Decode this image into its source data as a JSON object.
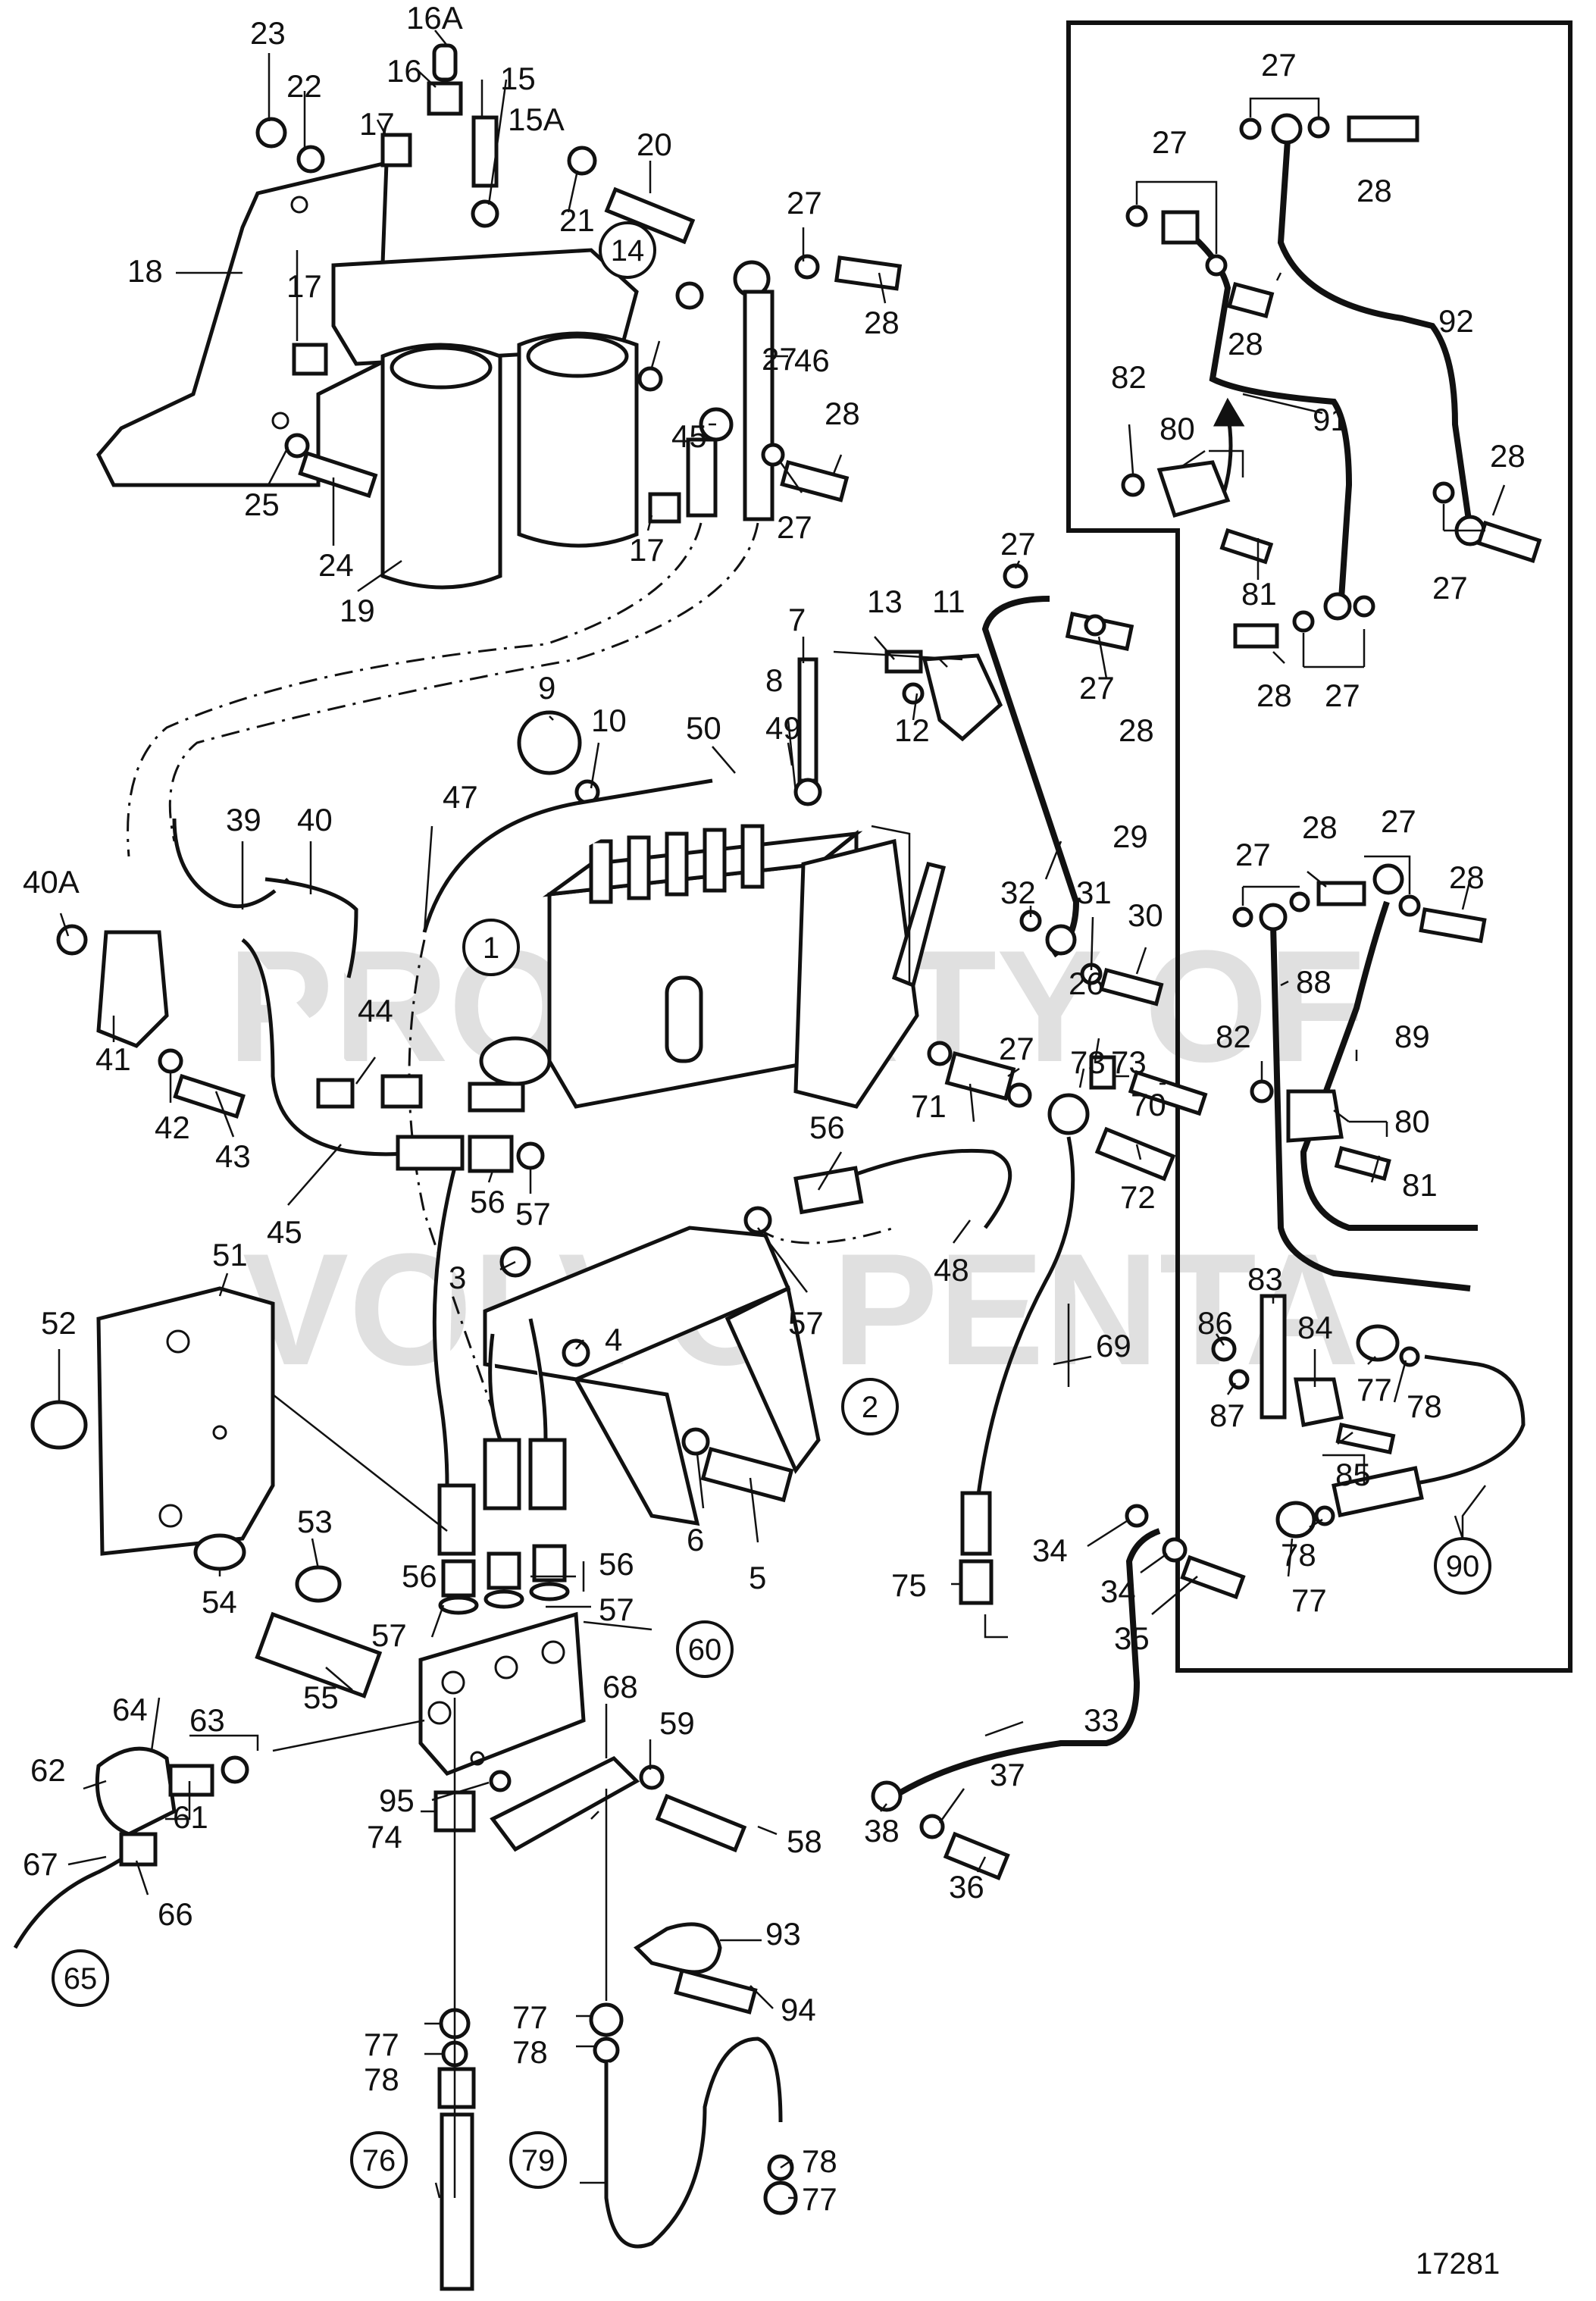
{
  "figure_number": "17281",
  "watermark": [
    "PROPERTY OF",
    "VOLVO PENTA"
  ],
  "circled_labels": [
    "14",
    "1",
    "2",
    "60",
    "65",
    "76",
    "79",
    "90"
  ],
  "labels": {
    "l23": "23",
    "l22": "22",
    "l16a": "16A",
    "l16": "16",
    "l17a": "17",
    "l15": "15",
    "l15a": "15A",
    "l21": "21",
    "l20": "20",
    "l18": "18",
    "l17b": "17",
    "l27a": "27",
    "l28a": "28",
    "l27b": "27",
    "l46": "46",
    "l25": "25",
    "l24": "24",
    "l19": "19",
    "l17c": "17",
    "l45a": "45",
    "l28b": "28",
    "l27c": "27",
    "l27d": "27",
    "l7": "7",
    "l13": "13",
    "l11": "11",
    "l9": "9",
    "l10": "10",
    "l8": "8",
    "l12": "12",
    "l27e": "27",
    "l28c": "28",
    "l50": "50",
    "l49": "49",
    "l47": "47",
    "l29": "29",
    "l39": "39",
    "l40": "40",
    "l40a": "40A",
    "l32": "32",
    "l31": "31",
    "l30": "30",
    "l41": "41",
    "l44": "44",
    "l26": "26",
    "l73a": "73",
    "l73b": "73",
    "l70": "70",
    "l42": "42",
    "l43": "43",
    "l27f": "27",
    "l71": "71",
    "l56a": "56",
    "l45b": "45",
    "l56b": "56",
    "l57a": "57",
    "l48": "48",
    "l72": "72",
    "l57b": "57",
    "l3": "3",
    "l4": "4",
    "l51": "51",
    "l52": "52",
    "l69": "69",
    "l6": "6",
    "l5": "5",
    "l53": "53",
    "l56c": "56",
    "l56d": "56",
    "l54": "54",
    "l57c": "57",
    "l57d": "57",
    "l75": "75",
    "l34a": "34",
    "l34b": "34",
    "l35": "35",
    "l55": "55",
    "l64": "64",
    "l63": "63",
    "l62": "62",
    "l68": "68",
    "l59": "59",
    "l33": "33",
    "l61": "61",
    "l95": "95",
    "l38": "38",
    "l37": "37",
    "l74": "74",
    "l58": "58",
    "l36": "36",
    "l67": "67",
    "l66": "66",
    "l93": "93",
    "l94": "94",
    "l77a": "77",
    "l78a": "78",
    "l77b": "77",
    "l78b": "78",
    "l78c": "78",
    "l77c": "77",
    "r27a": "27",
    "r27b": "27",
    "r28a": "28",
    "r28b": "28",
    "r92": "92",
    "r82a": "82",
    "r80a": "80",
    "r91": "91",
    "r28c": "28",
    "r27c": "27",
    "r81a": "81",
    "r28d": "28",
    "r27d": "27",
    "r28e": "28",
    "r27e": "27",
    "r27f": "27",
    "r28f": "28",
    "r88": "88",
    "r82b": "82",
    "r89": "89",
    "r80b": "80",
    "r81b": "81",
    "r83": "83",
    "r86": "86",
    "r84": "84",
    "r77a": "77",
    "r78a": "78",
    "r87": "87",
    "r85": "85",
    "r78b": "78",
    "r77b": "77"
  }
}
